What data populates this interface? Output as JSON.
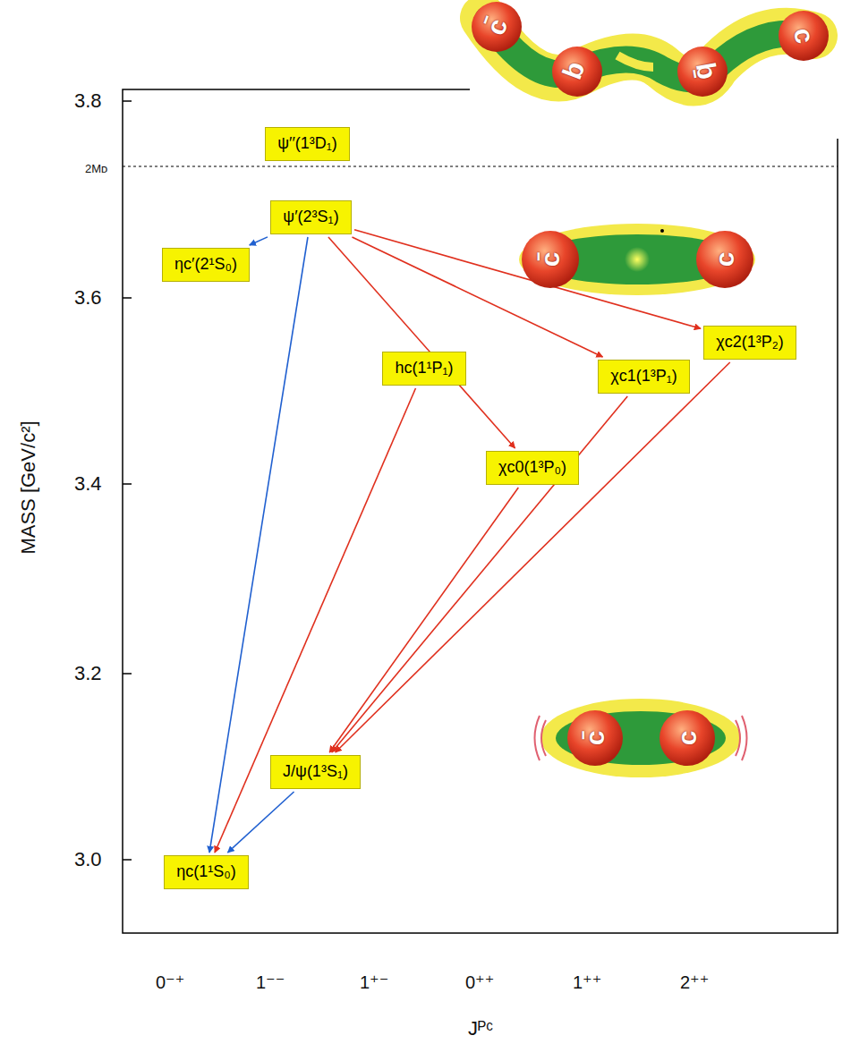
{
  "diagram": {
    "nodes": [
      {
        "text": [
          "ψ′′(1³D₁)"
        ]
      },
      {
        "text": [
          "ψ′(2³S₁)"
        ]
      },
      {
        "text": [
          "ηc′(2¹S₀)"
        ]
      },
      {
        "text": [
          "χc2(1³P₂)"
        ]
      },
      {
        "text": [
          "hc(1¹P₁)"
        ]
      },
      {
        "text": [
          "χc1(1³P₁)"
        ]
      },
      {
        "text": [
          "χc0(1³P₀)"
        ]
      },
      {
        "text": [
          "J/ψ(1³S₁)"
        ]
      },
      {
        "text": [
          "ηc(1¹S₀)"
        ]
      }
    ],
    "edges": [
      {
        "from": 1,
        "to": 2,
        "arrow": "to"
      },
      {
        "from": 1,
        "to": 8,
        "arrow": "to"
      },
      {
        "from": 1,
        "to": 6,
        "arrow": "to"
      },
      {
        "from": 1,
        "to": 5,
        "arrow": "to"
      },
      {
        "from": 1,
        "to": 3,
        "arrow": "to"
      },
      {
        "from": 4,
        "to": 8,
        "arrow": "to"
      },
      {
        "from": 6,
        "to": 7,
        "arrow": "to"
      },
      {
        "from": 5,
        "to": 7,
        "arrow": "to"
      },
      {
        "from": 3,
        "to": 7,
        "arrow": "to"
      },
      {
        "from": 7,
        "to": 8,
        "arrow": "to"
      }
    ],
    "labels": [
      "3.8",
      "3.6",
      "3.4",
      "3.2",
      "3.0",
      "2Mᴅ",
      "MASS  [GeV/c²]",
      "0⁻⁺",
      "1⁻⁻",
      "1⁺⁻",
      "0⁺⁺",
      "1⁺⁺",
      "2⁺⁺",
      "Jᴾᶜ",
      "c̄",
      "q",
      "q̄",
      "c",
      "c̄",
      "c",
      "c̄",
      "c"
    ]
  }
}
